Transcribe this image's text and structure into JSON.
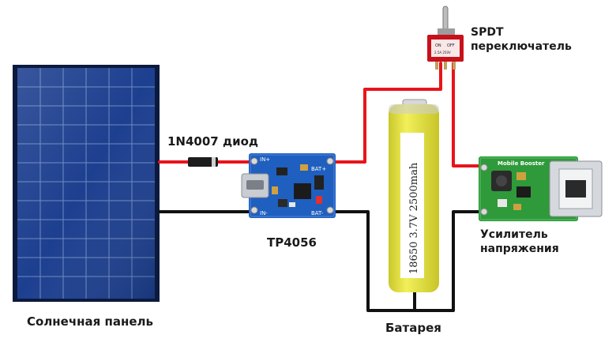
{
  "labels": {
    "diode": "1N4007 диод",
    "charger": "TP4056",
    "switch_line1": "SPDT",
    "switch_line2": "переключатель",
    "booster_line1": "Усилитель",
    "booster_line2": "напряжения",
    "battery": "Батарея",
    "solar": "Солнечная панель"
  },
  "battery_print": "18650 3.7V 2500mah",
  "booster_print": "Mobile Booster",
  "charger_pins": {
    "in_plus": "IN+",
    "in_minus": "IN-",
    "bat_plus": "BAT+",
    "bat_minus": "BAT-"
  },
  "switch_print": {
    "on": "ON",
    "off": "OFF",
    "rating": "2.5A 250V"
  },
  "colors": {
    "wire_positive": "#e8141b",
    "wire_negative": "#111111",
    "pcb_blue": "#1f5fbf",
    "pcb_green": "#2e9a3a",
    "battery_wrap": "#e4e23c",
    "solar_cell": "#1e3a8a"
  }
}
